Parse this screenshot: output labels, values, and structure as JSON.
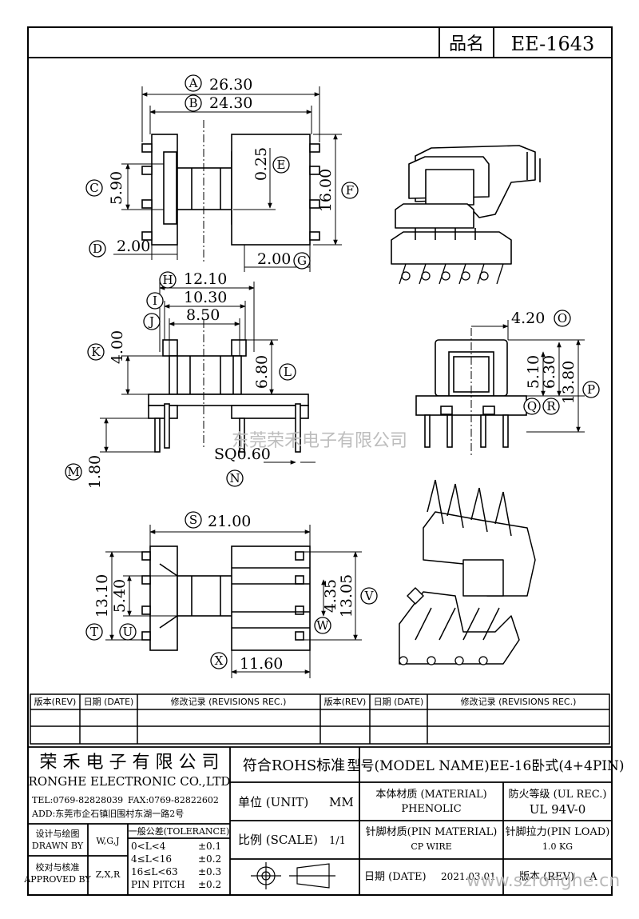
{
  "header": {
    "product_label": "品名",
    "product_value": "EE-1643"
  },
  "dimensions": {
    "A": "26.30",
    "B": "24.30",
    "C": "5.90",
    "D": "2.00",
    "E": "0.25",
    "F": "16.00",
    "G": "2.00",
    "H": "12.10",
    "I": "10.30",
    "J": "8.50",
    "K": "4.00",
    "L": "6.80",
    "M": "1.80",
    "N": "SQ0.60",
    "O": "4.20",
    "P": "13.80",
    "Q": "5.10",
    "R": "6.30",
    "S": "21.00",
    "T": "13.10",
    "U": "5.40",
    "V": "13.05",
    "W": "4.35",
    "X": "11.60"
  },
  "watermark": "东莞荣禾电子有限公司",
  "revisions": {
    "col_rev": "版本(REV)",
    "col_date": "日期 (DATE)",
    "col_rec": "修改记录 (REVISIONS REC.)"
  },
  "company": {
    "name_cn": "荣 禾 电 子 有 限 公 司",
    "name_en": "RONGHE ELECTRONIC CO.,LTD",
    "tel": "TEL:0769-82828039",
    "fax": "FAX:0769-82822602",
    "addr": "ADD:东莞市企石镇旧围村东湖一路2号"
  },
  "titleblock": {
    "rohs": "符合ROHS标准",
    "model_label": "型号(MODEL NAME)EE-16卧式(4+4PIN)",
    "unit_label": "单位 (UNIT)",
    "unit_value": "MM",
    "scale_label": "比例 (SCALE)",
    "scale_value": "1/1",
    "material_label": "本体材质 (MATERIAL)",
    "material_value": "PHENOLIC",
    "ul_label": "防火等级 (UL REC.)",
    "ul_value": "UL 94V-0",
    "pin_material_label": "针脚材质(PIN MATERIAL)",
    "pin_material_value": "CP WIRE",
    "pin_load_label": "针脚拉力(PIN LOAD)",
    "pin_load_value": "1.0 KG",
    "date_label": "日期 (DATE)",
    "date_value": "2021.03.01",
    "rev_label": "版本 (REV)",
    "rev_value": "A",
    "drawn_label_cn": "设计与绘图",
    "drawn_label_en": "DRAWN BY",
    "drawn_value": "W,G,J",
    "approved_label_cn": "校对与核准",
    "approved_label_en": "APPROVED BY",
    "approved_value": "Z,X,R",
    "tol_title": "一般公差(TOLERANCE)",
    "tol_rows": [
      {
        "range": "0<L<4",
        "tol": "±0.1"
      },
      {
        "range": "4≤L<16",
        "tol": "±0.2"
      },
      {
        "range": "16≤L<63",
        "tol": "±0.3"
      },
      {
        "range": "PIN PITCH",
        "tol": "±0.2"
      }
    ]
  },
  "footer_url": "www.szronghe.cn"
}
